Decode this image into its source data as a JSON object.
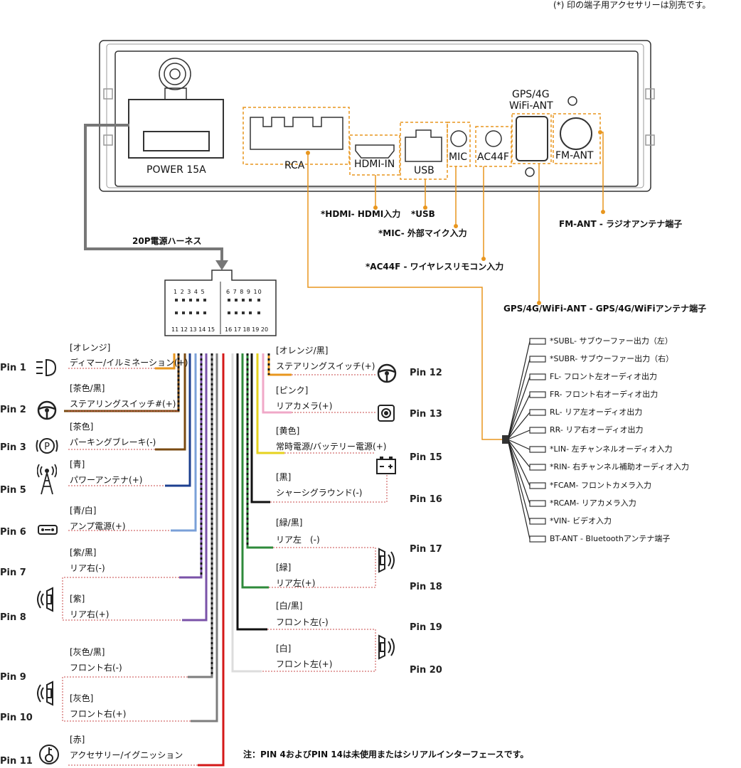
{
  "note_top": "(*) 印の端子用アクセサリーは別売です。",
  "unit": {
    "power": "POWER 15A",
    "rca": "RCA",
    "hdmi": "HDMI-IN",
    "usb": "USB",
    "mic": "MIC",
    "ac44f": "AC44F",
    "gps_line1": "GPS/4G",
    "gps_line2": "WiFi-ANT",
    "fm": "FM-ANT"
  },
  "callouts": {
    "hdmi": "*HDMI- HDMI入力",
    "usb": "*USB",
    "mic": "*MIC- 外部マイク入力",
    "ac44f": "*AC44F - ワイヤレスリモコン入力",
    "fm": "FM-ANT - ラジオアンテナ端子",
    "gps": "GPS/4G/WiFi-ANT - GPS/4G/WiFiアンテナ端子"
  },
  "harness": {
    "title": "20P電源ハーネス",
    "top_nums_left": "1 2 3 4 5",
    "top_nums_right": "6 7 8 9 10",
    "bottom_nums_left": "11 12 13 14 15",
    "bottom_nums_right": "16 17 18 19 20"
  },
  "rca_outputs": [
    "*SUBL- サブウーファー出力（左）",
    "*SUBR- サブウーファー出力（右）",
    "FL- フロント左オーディオ出力",
    "FR- フロント右オーディオ出力",
    "RL- リア左オーディオ出力",
    "RR- リア右オーディオ出力",
    "*LIN- 左チャンネルオーディオ入力",
    "*RIN- 右チャンネル補助オーディオ入力",
    "*FCAM- フロントカメラ入力",
    "*RCAM- リアカメラ入力",
    "*VIN- ビデオ入力",
    "BT-ANT - Bluetoothアンテナ端子"
  ],
  "left_pins": [
    {
      "pin": "Pin 1",
      "color": "[オレンジ]",
      "label": "ディマー/イルミネーション(+)"
    },
    {
      "pin": "Pin 2",
      "color": "[茶色/黒]",
      "label": "ステアリングスイッチ#(+)"
    },
    {
      "pin": "Pin 3",
      "color": "[茶色]",
      "label": "パーキングブレーキ(-)"
    },
    {
      "pin": "Pin 5",
      "color": "[青]",
      "label": "パワーアンテナ(+)"
    },
    {
      "pin": "Pin 6",
      "color": "[青/白]",
      "label": "アンプ電源(+)"
    },
    {
      "pin": "Pin 7",
      "color": "[紫/黒]",
      "label": "リア右(-)"
    },
    {
      "pin": "Pin 8",
      "color": "[紫]",
      "label": "リア右(+)"
    },
    {
      "pin": "Pin 9",
      "color": "[灰色/黒]",
      "label": "フロント右(-)"
    },
    {
      "pin": "Pin 10",
      "color": "[灰色]",
      "label": "フロント右(+)"
    },
    {
      "pin": "Pin 11",
      "color": "[赤]",
      "label": "アクセサリー/イグニッション"
    }
  ],
  "right_pins": [
    {
      "pin": "Pin 12",
      "color": "[オレンジ/黒]",
      "label": "ステアリングスイッチ(+)"
    },
    {
      "pin": "Pin 13",
      "color": "[ピンク]",
      "label": "リアカメラ(+)"
    },
    {
      "pin": "Pin 15",
      "color": "[黄色]",
      "label": "常時電源/バッテリー電源(+)"
    },
    {
      "pin": "Pin 16",
      "color": "[黒]",
      "label": "シャーシグラウンド(-)"
    },
    {
      "pin": "Pin 17",
      "color": "[緑/黒]",
      "label": "リア左　(-)"
    },
    {
      "pin": "Pin 18",
      "color": "[緑]",
      "label": "リア左(+)"
    },
    {
      "pin": "Pin 19",
      "color": "[白/黒]",
      "label": "フロント左(-)"
    },
    {
      "pin": "Pin 20",
      "color": "[白]",
      "label": "フロント左(+)"
    }
  ],
  "footnote": "注：PIN 4およびPIN 14は未使用またはシリアルインターフェースです。",
  "colors": {
    "orange": "#e8961e",
    "brown": "#7a4a12",
    "blue": "#1c3f8f",
    "purple": "#7a52a8",
    "gray": "#7d7d7d",
    "red": "#d41818",
    "pink": "#f0a8c8",
    "yellow": "#e6d21e",
    "green": "#2e8a3a",
    "dotted": "#c84a4a"
  }
}
